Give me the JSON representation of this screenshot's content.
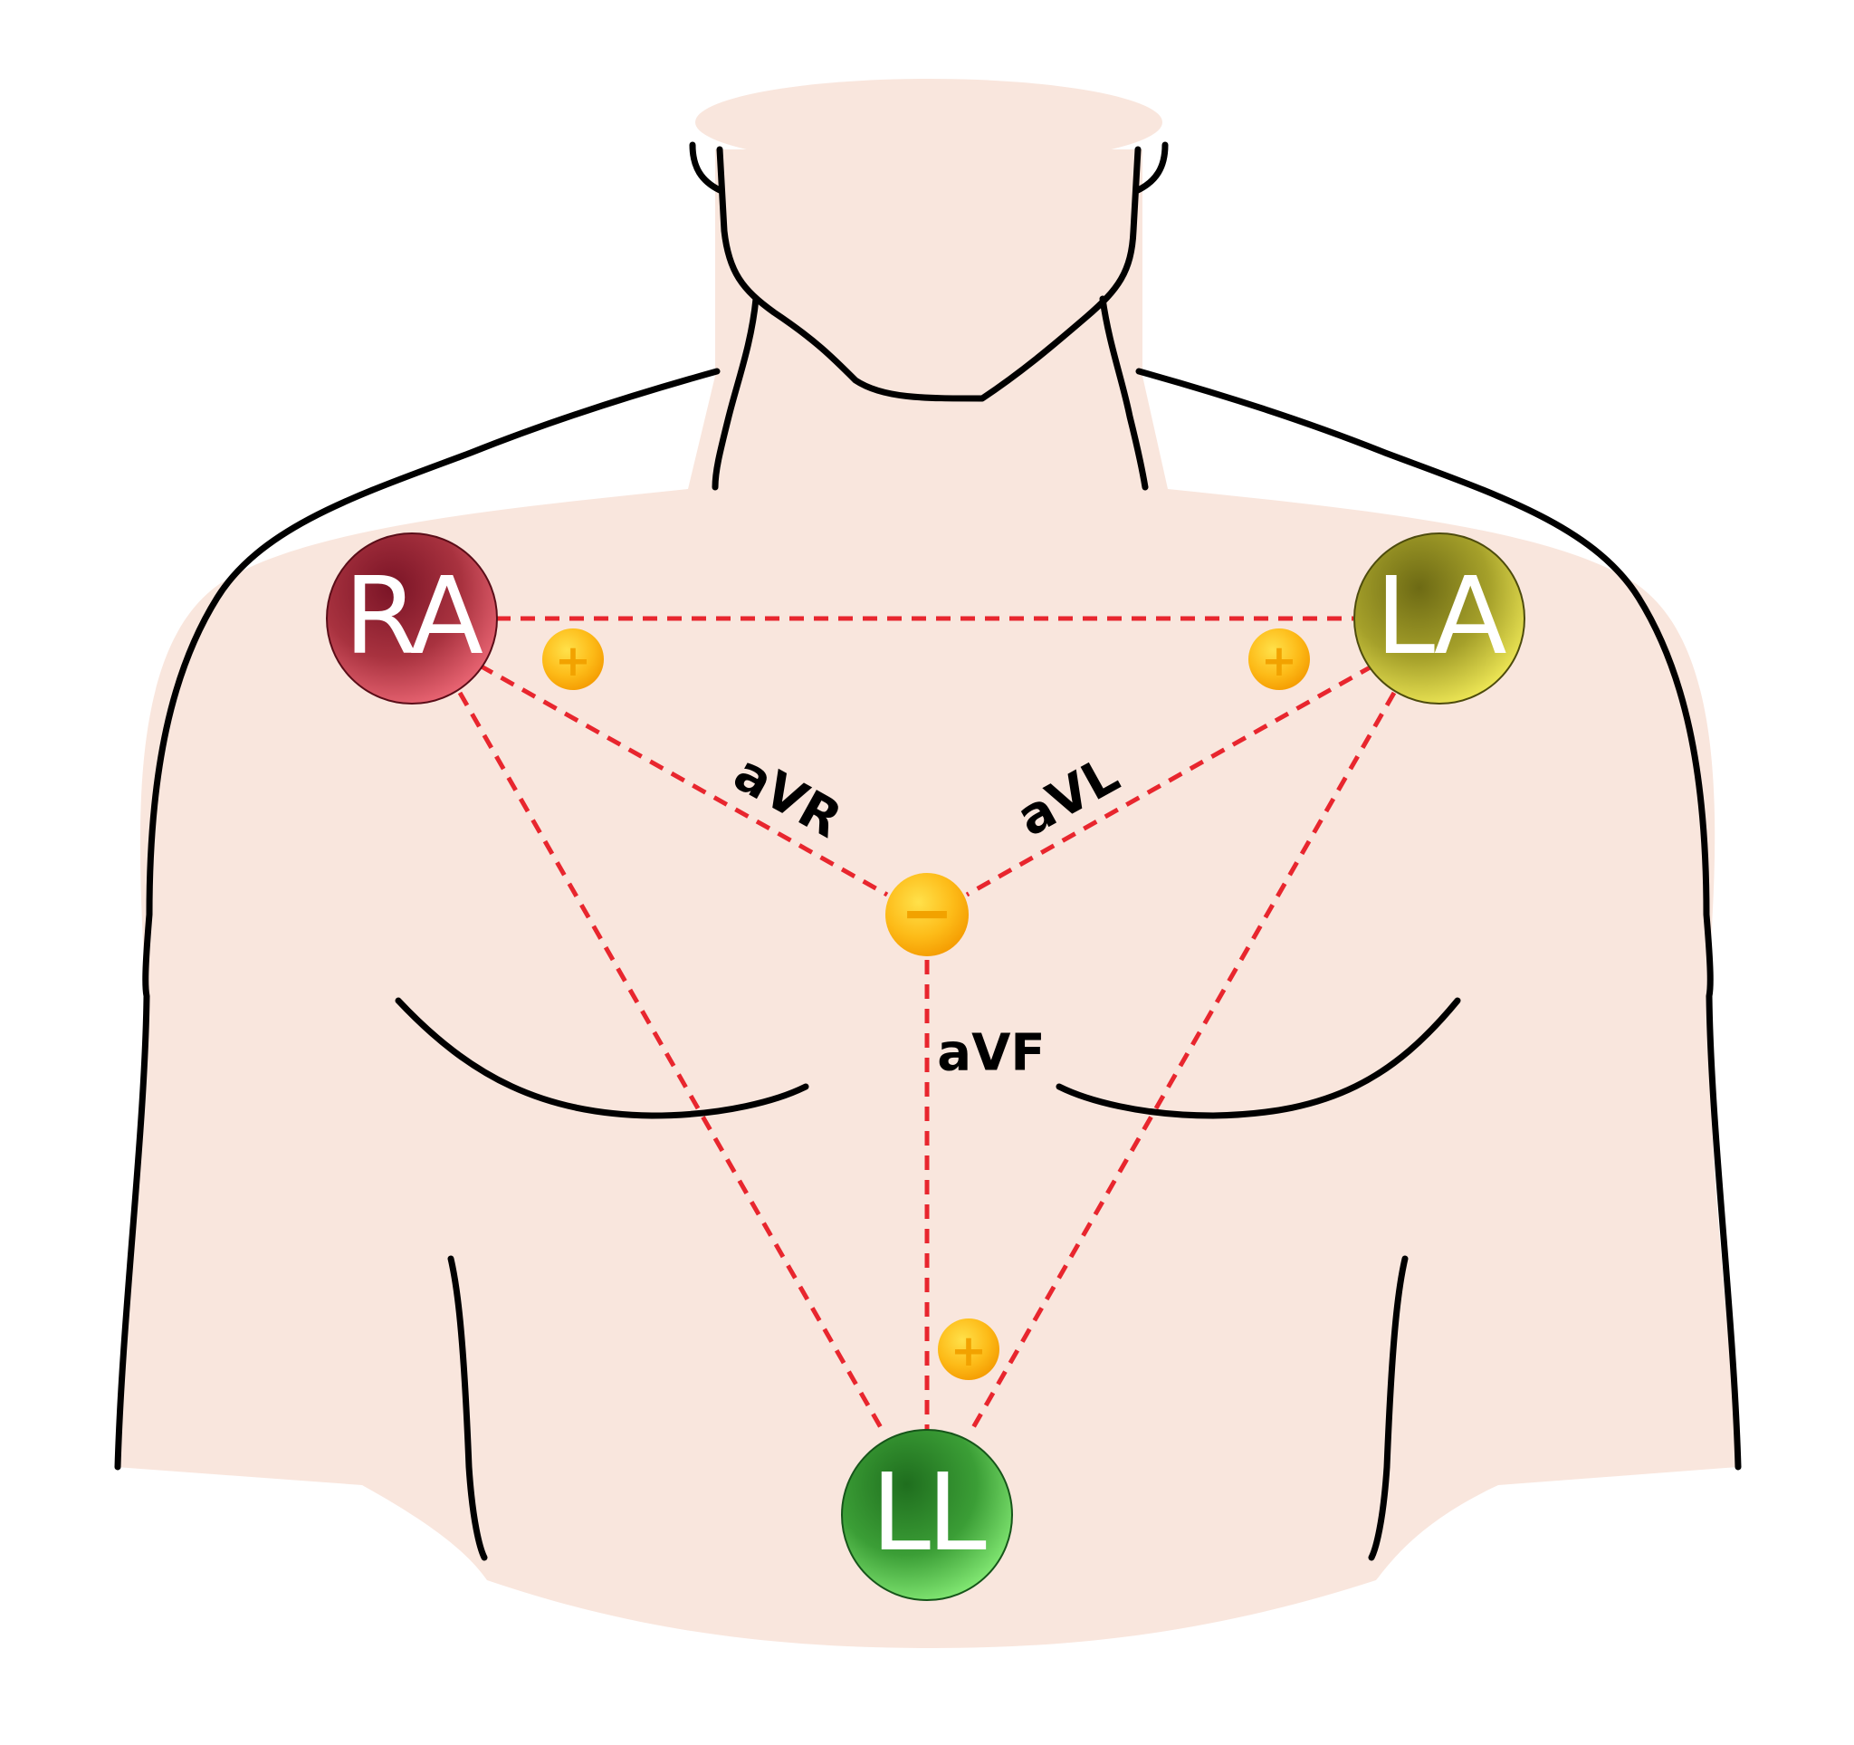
{
  "electrodes": {
    "ra": {
      "label": "RA",
      "color": "#8f2233"
    },
    "la": {
      "label": "LA",
      "color": "#a9a22a"
    },
    "ll": {
      "label": "LL",
      "color": "#3fae3a"
    }
  },
  "leads": {
    "avr": "aVR",
    "avl": "aVL",
    "avf": "aVF"
  },
  "terminals": {
    "positive": "+",
    "negative": "−"
  },
  "colors": {
    "skin": "#f9e6dd",
    "lead_line": "#e8262e",
    "terminal": "#fbb714"
  }
}
